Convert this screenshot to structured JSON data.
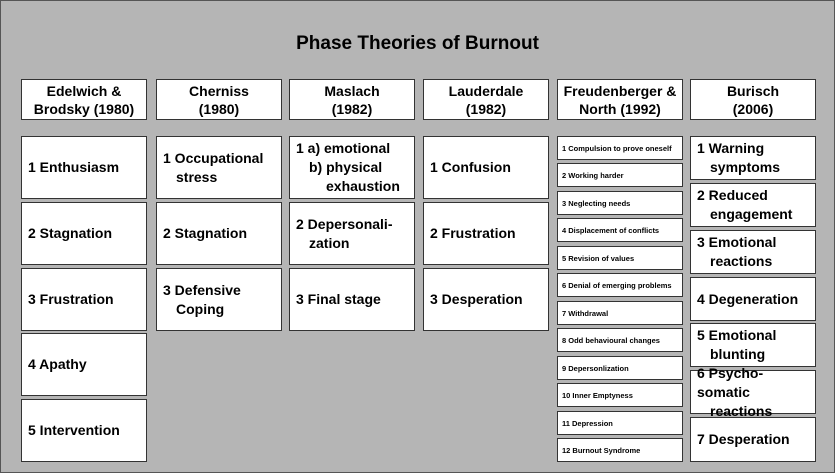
{
  "title": "Phase Theories of Burnout",
  "columns": [
    {
      "header": [
        "Edelwich &",
        "Brodsky (1980)"
      ],
      "phases": [
        "1 Enthusiasm",
        "2 Stagnation",
        "3 Frustration",
        "4 Apathy",
        "5 Intervention"
      ]
    },
    {
      "header": [
        "Cherniss",
        "(1980)"
      ],
      "phases": [
        [
          "1 Occupational",
          "stress"
        ],
        "2 Stagnation",
        [
          "3 Defensive",
          "Coping"
        ]
      ]
    },
    {
      "header": [
        "Maslach",
        "(1982)"
      ],
      "phases": [
        [
          "1 a) emotional",
          "b) physical",
          "exhaustion"
        ],
        [
          "2 Depersonali-",
          "zation"
        ],
        "3 Final stage"
      ]
    },
    {
      "header": [
        "Lauderdale",
        "(1982)"
      ],
      "phases": [
        "1 Confusion",
        "2 Frustration",
        "3 Desperation"
      ]
    },
    {
      "header": [
        "Freudenberger &",
        "North (1992)"
      ],
      "phases": [
        "1 Compulsion to prove oneself",
        "2 Working harder",
        "3 Neglecting needs",
        "4 Displacement of conflicts",
        "5 Revision of values",
        "6 Denial of emerging problems",
        "7 Withdrawal",
        "8 Odd behavioural changes",
        "9 Depersonlization",
        "10 Inner Emptyness",
        "11 Depression",
        "12 Burnout Syndrome"
      ]
    },
    {
      "header": [
        "Burisch",
        "(2006)"
      ],
      "phases": [
        [
          "1 Warning",
          "symptoms"
        ],
        [
          "2 Reduced",
          "engagement"
        ],
        [
          "3 Emotional",
          "reactions"
        ],
        "4 Degeneration",
        [
          "5 Emotional",
          "blunting"
        ],
        [
          "6 Psycho-somatic",
          "reactions"
        ],
        "7 Desperation"
      ]
    }
  ]
}
